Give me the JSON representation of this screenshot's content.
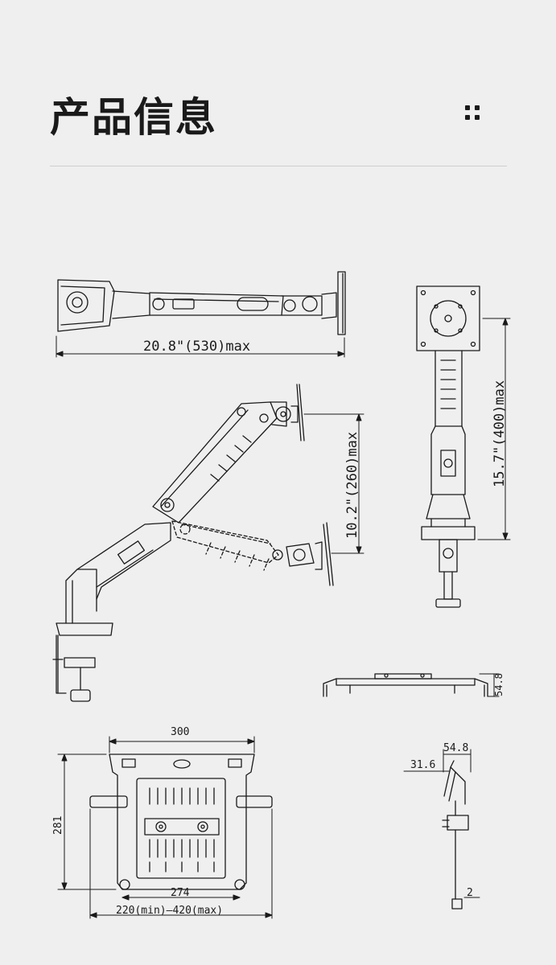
{
  "page": {
    "title": "产品信息"
  },
  "dimensions": {
    "arm_length": "20.8\"(530)max",
    "arm_height": "15.7\"(400)max",
    "arm_tilt_range": "10.2\"(260)max",
    "tray_side_height": "54.8",
    "tray_width": "300",
    "tray_depth": "281",
    "tray_inner_width": "274",
    "tray_clamp_range": "220(min)—420(max)",
    "lip_height": "54.8",
    "lip_offset": "31.6",
    "lip_thickness": "2"
  },
  "colors": {
    "background": "#efefef",
    "line": "#1a1a1a",
    "divider": "#cfcfcf"
  }
}
